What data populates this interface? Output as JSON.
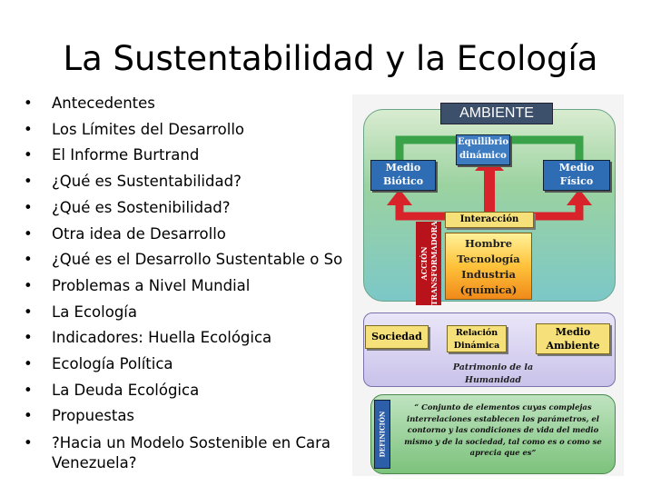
{
  "slide": {
    "title": "La Sustentabilidad y la Ecología",
    "bullet_marker": "•",
    "bullets": [
      "Antecedentes",
      "Los Límites del Desarrollo",
      "El Informe Burtrand",
      "¿Qué es Sustentabilidad?",
      "¿Qué es Sostenibilidad?",
      "Otra idea de Desarrollo",
      "¿Qué es el Desarrollo Sustentable o So",
      "Problemas a Nivel Mundial",
      "La Ecología",
      "Indicadores: Huella Ecológica",
      "Ecología Política",
      "La Deuda Ecológica",
      "Propuestas",
      "?Hacia un Modelo Sostenible en Cara Venezuela?"
    ]
  },
  "figure": {
    "ambiente": "AMBIENTE",
    "equilibrio_1": "Equilibrio",
    "equilibrio_2": "dinámico",
    "medio_biotico_1": "Medio",
    "medio_biotico_2": "Biótico",
    "medio_fisico_1": "Medio",
    "medio_fisico_2": "Físico",
    "interaccion": "Interacción",
    "accion_1": "ACCIÓN",
    "accion_2": "TRANSFORMADORA",
    "hombre_1": "Hombre",
    "hombre_2": "Tecnología",
    "hombre_3": "Industria",
    "hombre_4": "(química)",
    "sociedad": "Sociedad",
    "relacion_1": "Relación",
    "relacion_2": "Dinámica",
    "medio_ambiente_1": "Medio",
    "medio_ambiente_2": "Ambiente",
    "patrimonio_1": "Patrimonio de la",
    "patrimonio_2": "Humanidad",
    "definicion": "DEFINICIÓN",
    "quote": "“ Conjunto de elementos cuyas complejas interrelaciones establecen los parámetros, el contorno y las condiciones de vida del medio mismo y de la sociedad, tal como es o como se aprecia que es”"
  },
  "colors": {
    "accent_blue": "#2e6db3",
    "accent_red": "#b8121a",
    "arrow_green": "#3aa34a",
    "arrow_red": "#d9232b"
  }
}
